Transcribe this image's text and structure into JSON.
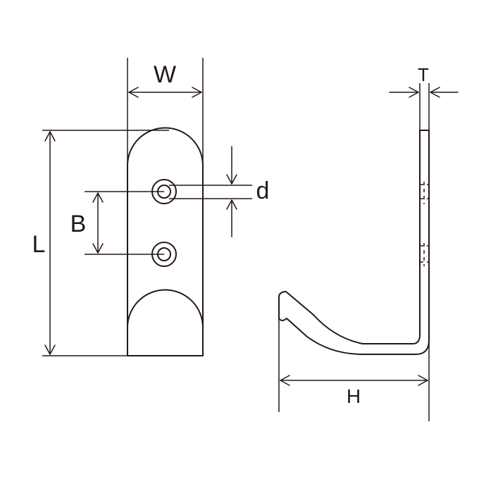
{
  "labels": {
    "W": "W",
    "L": "L",
    "B": "B",
    "d": "d",
    "T": "T",
    "H": "H"
  },
  "colors": {
    "line": "#231815",
    "background": "#ffffff"
  }
}
